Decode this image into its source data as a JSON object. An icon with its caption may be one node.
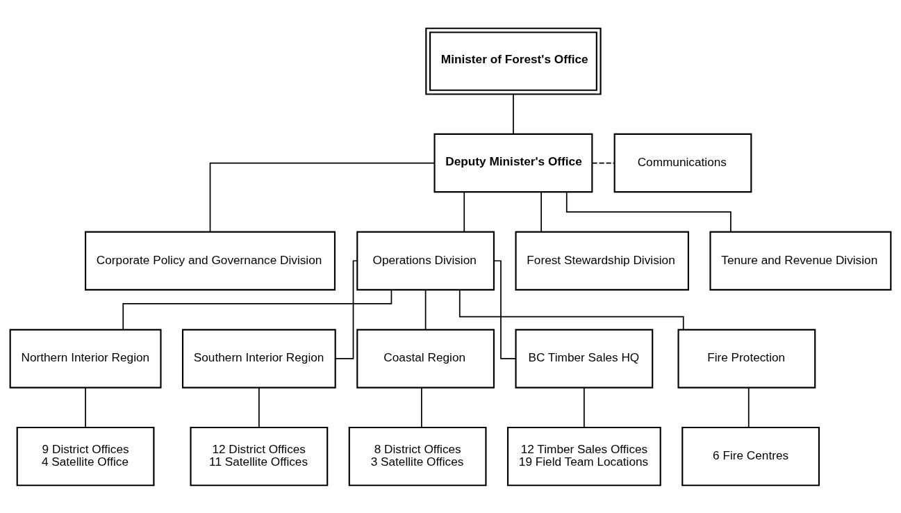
{
  "diagram": {
    "nodes": [
      {
        "text": [
          "Minister of Forest's Office"
        ]
      },
      {
        "text": [
          "Deputy Minister's Office"
        ]
      },
      {
        "text": [
          "Communications"
        ]
      },
      {
        "text": [
          "Corporate Policy and Governance Division"
        ]
      },
      {
        "text": [
          "Operations Division"
        ]
      },
      {
        "text": [
          "Forest Stewardship Division"
        ]
      },
      {
        "text": [
          "Tenure and Revenue Division"
        ]
      },
      {
        "text": [
          "Northern Interior Region"
        ]
      },
      {
        "text": [
          "Southern Interior Region"
        ]
      },
      {
        "text": [
          "Coastal Region"
        ]
      },
      {
        "text": [
          "BC Timber Sales HQ"
        ]
      },
      {
        "text": [
          "Fire Protection"
        ]
      },
      {
        "text": [
          "9 District Offices",
          "4 Satellite Office"
        ]
      },
      {
        "text": [
          "12 District Offices",
          "11 Satellite Offices"
        ]
      },
      {
        "text": [
          "8 District Offices",
          "3 Satellite Offices"
        ]
      },
      {
        "text": [
          "12 Timber Sales Offices",
          "19 Field Team Locations"
        ]
      },
      {
        "text": [
          "6 Fire Centres"
        ]
      }
    ],
    "edges": [
      {
        "from": 0,
        "to": 1,
        "arrow": "none"
      },
      {
        "from": 1,
        "to": 2,
        "arrow": "none",
        "style": "dashed"
      },
      {
        "from": 1,
        "to": 3,
        "arrow": "none"
      },
      {
        "from": 1,
        "to": 4,
        "arrow": "none"
      },
      {
        "from": 1,
        "to": 5,
        "arrow": "none"
      },
      {
        "from": 1,
        "to": 6,
        "arrow": "none"
      },
      {
        "from": 4,
        "to": 7,
        "arrow": "none"
      },
      {
        "from": 4,
        "to": 8,
        "arrow": "none"
      },
      {
        "from": 4,
        "to": 9,
        "arrow": "none"
      },
      {
        "from": 4,
        "to": 10,
        "arrow": "none"
      },
      {
        "from": 4,
        "to": 11,
        "arrow": "none"
      },
      {
        "from": 7,
        "to": 12,
        "arrow": "none"
      },
      {
        "from": 8,
        "to": 13,
        "arrow": "none"
      },
      {
        "from": 9,
        "to": 14,
        "arrow": "none"
      },
      {
        "from": 10,
        "to": 15,
        "arrow": "none"
      },
      {
        "from": 11,
        "to": 16,
        "arrow": "none"
      }
    ]
  }
}
